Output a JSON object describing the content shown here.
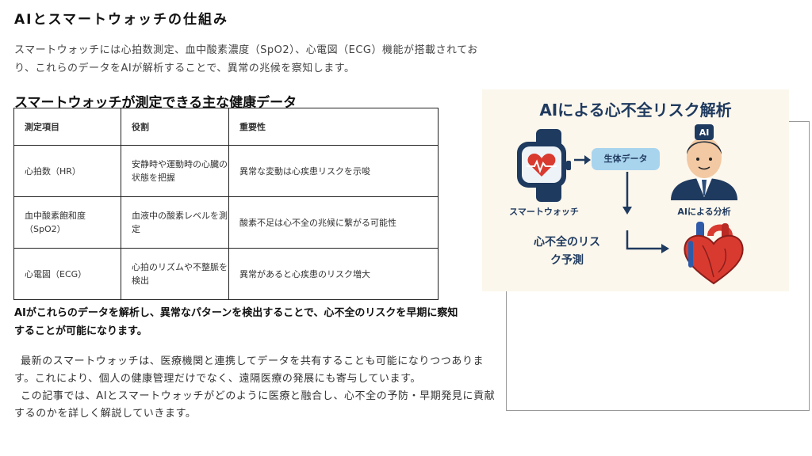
{
  "title": "AIとスマートウォッチの仕組み",
  "intro": "スマートウォッチには心拍数測定、血中酸素濃度（SpO2）、心電図（ECG）機能が搭載されており、これらのデータをAIが解析することで、異常の兆候を察知します。",
  "table_title": "スマートウォッチが測定できる主な健康データ",
  "table": {
    "headers": [
      "測定項目",
      "役割",
      "重要性"
    ],
    "rows": [
      {
        "item": "心拍数（HR）",
        "role": "安静時や運動時の心臓の状態を把握",
        "importance": "異常な変動は心疾患リスクを示唆"
      },
      {
        "item": "血中酸素飽和度（SpO2）",
        "role": "血液中の酸素レベルを測定",
        "importance": "酸素不足は心不全の兆候に繋がる可能性"
      },
      {
        "item": "心電図（ECG）",
        "role": "心拍のリズムや不整脈を検出",
        "importance": "異常があると心疾患のリスク増大"
      }
    ]
  },
  "summary": "AIがこれらのデータを解析し、異常なパターンを検出することで、心不全のリスクを早期に察知することが可能になります。",
  "paragraphs": [
    "最新のスマートウォッチは、医療機関と連携してデータを共有することも可能になりつつあります。これにより、個人の健康管理だけでなく、遠隔医療の発展にも寄与しています。",
    "この記事では、AIとスマートウォッチがどのように医療と融合し、心不全の予防・早期発見に貢献するのかを詳しく解説していきます。"
  ],
  "infographic": {
    "title": "AIによる心不全リスク解析",
    "watch_label": "スマートウォッチ",
    "data_label": "生体データ",
    "ai_badge": "AI",
    "analysis_label": "AIによる分析",
    "risk_label": "心不全のリスク予測",
    "colors": {
      "navy": "#1f3a5f",
      "box": "#a9d4ee",
      "heart": "#d93a30",
      "background": "#fcf7ec"
    },
    "icons": [
      "smartwatch-icon",
      "arrow-right-icon",
      "arrow-down-icon",
      "doctor-icon",
      "heart-icon"
    ]
  }
}
